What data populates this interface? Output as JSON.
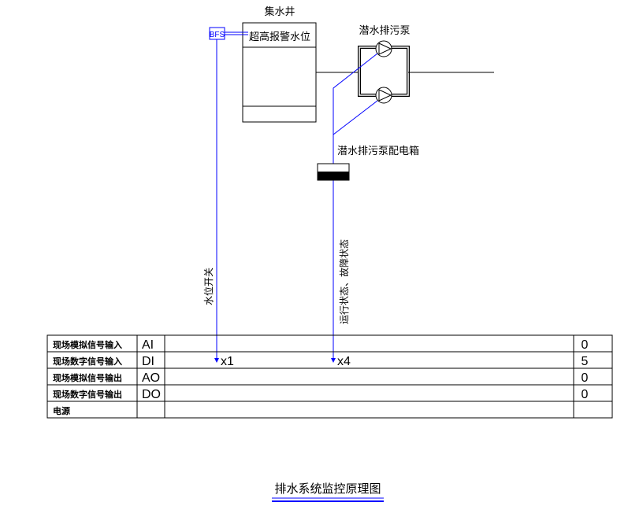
{
  "diagram": {
    "title": "排水系统监控原理图",
    "sump_label": "集水井",
    "high_alarm_level": "超高报警水位",
    "bfs_label": "BFS",
    "pump_label": "潜水排污泵",
    "panel_label": "潜水排污泵配电箱",
    "level_switch_label": "水位开关",
    "status_label": "运行状态、故障状态",
    "colors": {
      "signal": "#0000ff",
      "line": "#000000"
    }
  },
  "io_table": {
    "rows": [
      {
        "name": "现场模拟信号输入",
        "code": "AI",
        "points": [],
        "count": "0"
      },
      {
        "name": "现场数字信号输入",
        "code": "DI",
        "points": [
          "x1",
          "x4"
        ],
        "count": "5"
      },
      {
        "name": "现场模拟信号输出",
        "code": "AO",
        "points": [],
        "count": "0"
      },
      {
        "name": "现场数字信号输出",
        "code": "DO",
        "points": [],
        "count": "0"
      },
      {
        "name": "电源",
        "code": "",
        "points": [],
        "count": ""
      }
    ]
  }
}
